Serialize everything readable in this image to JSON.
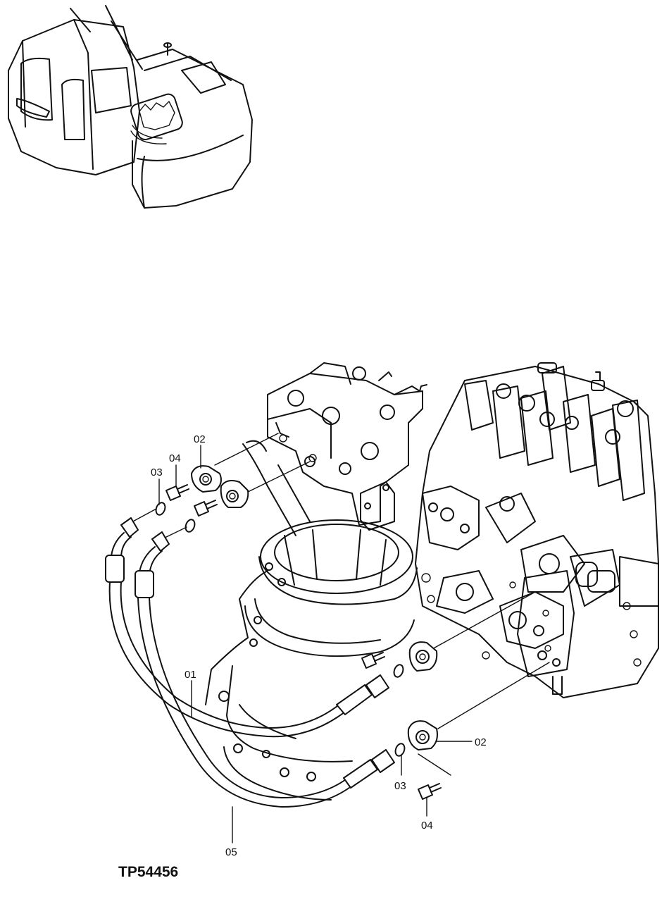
{
  "figure": {
    "reference": "TP54456"
  },
  "callouts": {
    "hose_upper": "01",
    "flange_upper": "02",
    "oring_upper": "03",
    "bolt_upper": "04",
    "flange_lower": "02",
    "oring_lower": "03",
    "bolt_lower": "04",
    "hose_lower": "05"
  }
}
